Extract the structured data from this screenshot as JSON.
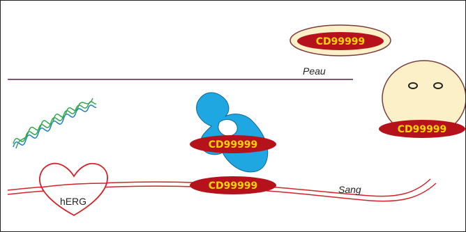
{
  "labels": {
    "skin": "Peau",
    "blood": "Sang",
    "heart": "hERG"
  },
  "molecules": {
    "top": "CD99999",
    "face": "CD99999",
    "protein": "CD99999",
    "vessel": "CD99999"
  },
  "colors": {
    "pill": "#b5121b",
    "pill_text": "#ffd400",
    "cream": "#fbf0c8",
    "skin_line": "#7a5a75",
    "vessel": "#d2232a",
    "protein": "#1ea7e1",
    "helix_green": "#2fa84f",
    "helix_blue": "#1e7fc2"
  },
  "icons": {
    "helix": "dna-helix-icon",
    "protein": "protein-blob-icon",
    "face": "face-icon",
    "heart": "heart-icon"
  }
}
